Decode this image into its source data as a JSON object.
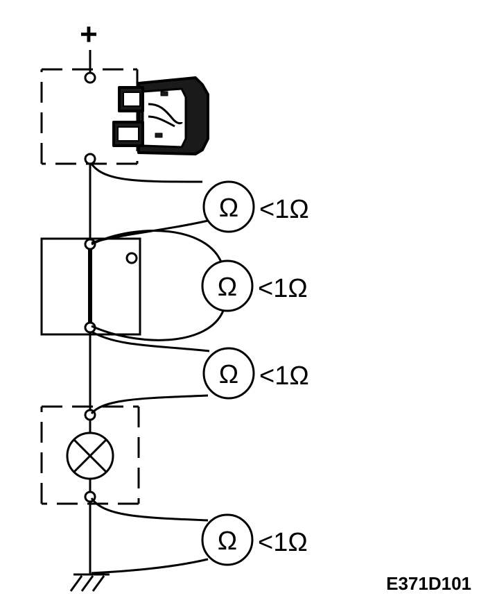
{
  "diagram": {
    "positive_symbol": "+",
    "meter_symbol": "Ω",
    "meters": [
      {
        "reading": "<1Ω"
      },
      {
        "reading": "<1Ω"
      },
      {
        "reading": "<1Ω"
      },
      {
        "reading": "<1Ω"
      }
    ],
    "figure_code": "E371D101",
    "icons": [
      "fuse-icon",
      "lamp-icon",
      "ground-icon",
      "ohmmeter-icon"
    ],
    "colors": {
      "line": "#000000",
      "background": "#ffffff"
    }
  }
}
